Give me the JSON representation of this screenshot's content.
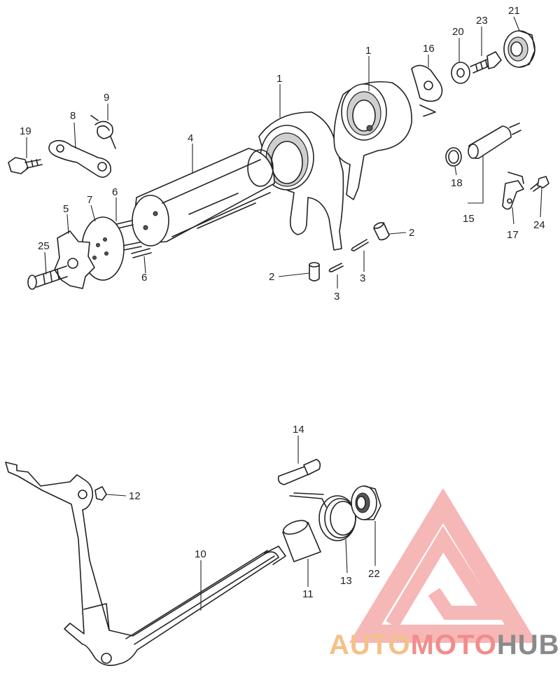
{
  "callouts": [
    {
      "id": "c1a",
      "text": "1"
    },
    {
      "id": "c1b",
      "text": "1"
    },
    {
      "id": "c2a",
      "text": "2"
    },
    {
      "id": "c2b",
      "text": "2"
    },
    {
      "id": "c3a",
      "text": "3"
    },
    {
      "id": "c3b",
      "text": "3"
    },
    {
      "id": "c4",
      "text": "4"
    },
    {
      "id": "c5",
      "text": "5"
    },
    {
      "id": "c6a",
      "text": "6"
    },
    {
      "id": "c6b",
      "text": "6"
    },
    {
      "id": "c7",
      "text": "7"
    },
    {
      "id": "c8",
      "text": "8"
    },
    {
      "id": "c9",
      "text": "9"
    },
    {
      "id": "c10",
      "text": "10"
    },
    {
      "id": "c11",
      "text": "11"
    },
    {
      "id": "c12",
      "text": "12"
    },
    {
      "id": "c13",
      "text": "13"
    },
    {
      "id": "c14",
      "text": "14"
    },
    {
      "id": "c15",
      "text": "15"
    },
    {
      "id": "c16",
      "text": "16"
    },
    {
      "id": "c17",
      "text": "17"
    },
    {
      "id": "c18",
      "text": "18"
    },
    {
      "id": "c19",
      "text": "19"
    },
    {
      "id": "c20",
      "text": "20"
    },
    {
      "id": "c21",
      "text": "21"
    },
    {
      "id": "c22",
      "text": "22"
    },
    {
      "id": "c23",
      "text": "23"
    },
    {
      "id": "c24",
      "text": "24"
    },
    {
      "id": "c25",
      "text": "25"
    }
  ],
  "watermark": {
    "word_auto": "AUTO",
    "word_moto": "MOTO",
    "word_hub": "HUB",
    "colors": {
      "auto": "#f4c08a",
      "moto": "#f28c8c",
      "hub": "#8a8a8a",
      "logo": "#f3a0a0"
    }
  }
}
